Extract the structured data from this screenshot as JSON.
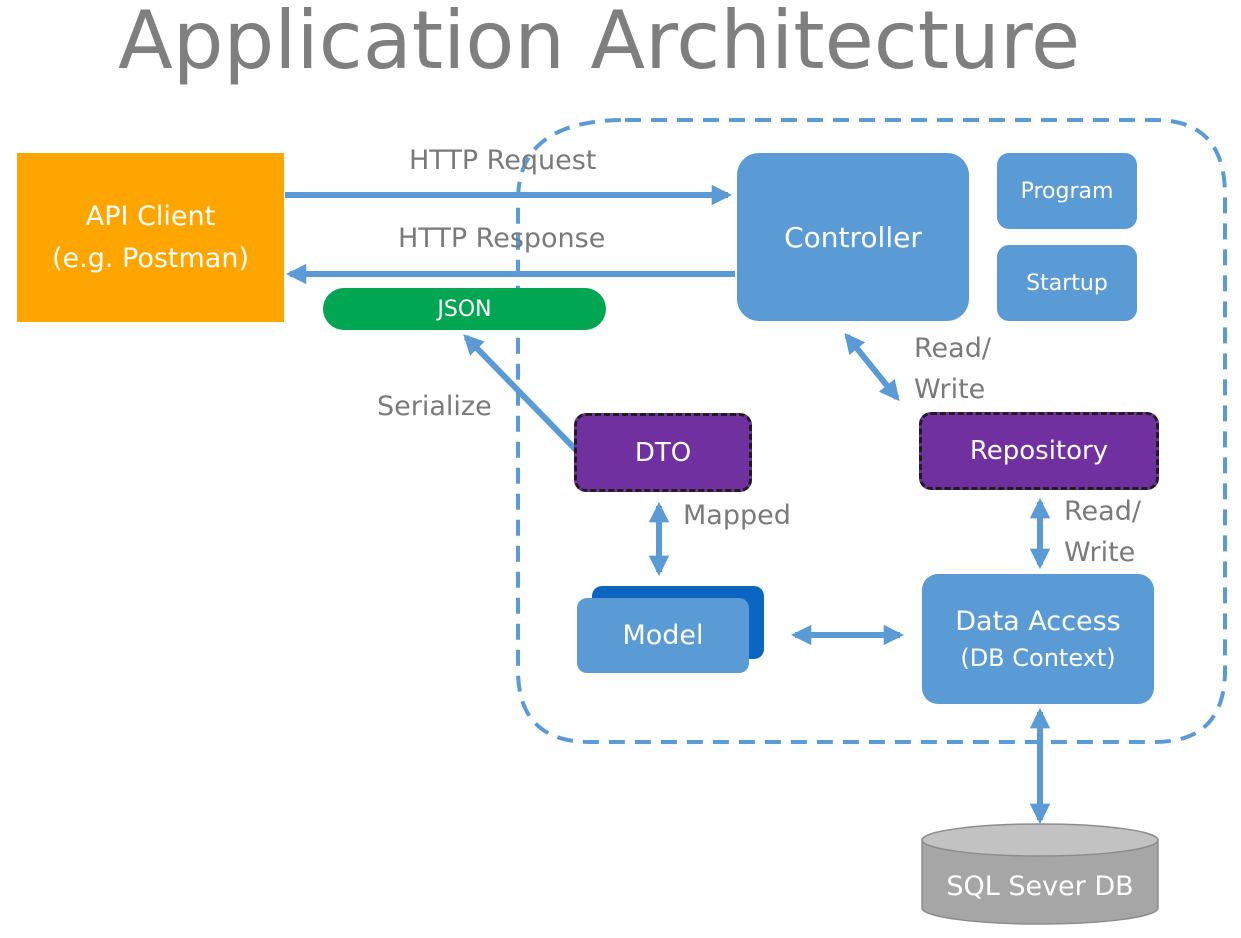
{
  "title": "Application Architecture",
  "nodes": {
    "api_client": {
      "line1": "API Client",
      "line2": "(e.g. Postman)"
    },
    "controller": "Controller",
    "program": "Program",
    "startup": "Startup",
    "json": "JSON",
    "dto": "DTO",
    "repository": "Repository",
    "model": "Model",
    "data_access": {
      "line1": "Data Access",
      "line2": "(DB Context)"
    },
    "database": "SQL Sever DB"
  },
  "edge_labels": {
    "http_request": "HTTP Request",
    "http_response": "HTTP Response",
    "serialize": "Serialize",
    "mapped": "Mapped",
    "read_write_1": {
      "line1": "Read/",
      "line2": "Write"
    },
    "read_write_2": {
      "line1": "Read/",
      "line2": "Write"
    }
  },
  "colors": {
    "title": "#7f7f7f",
    "api_client": "#ffa500",
    "blue_box": "#5b9bd5",
    "model_shadow": "#0a66c2",
    "json": "#00a651",
    "purple": "#7030a0",
    "db": "#a6a6a6",
    "arrow": "#5b9bd5",
    "label": "#7a7a7a"
  }
}
